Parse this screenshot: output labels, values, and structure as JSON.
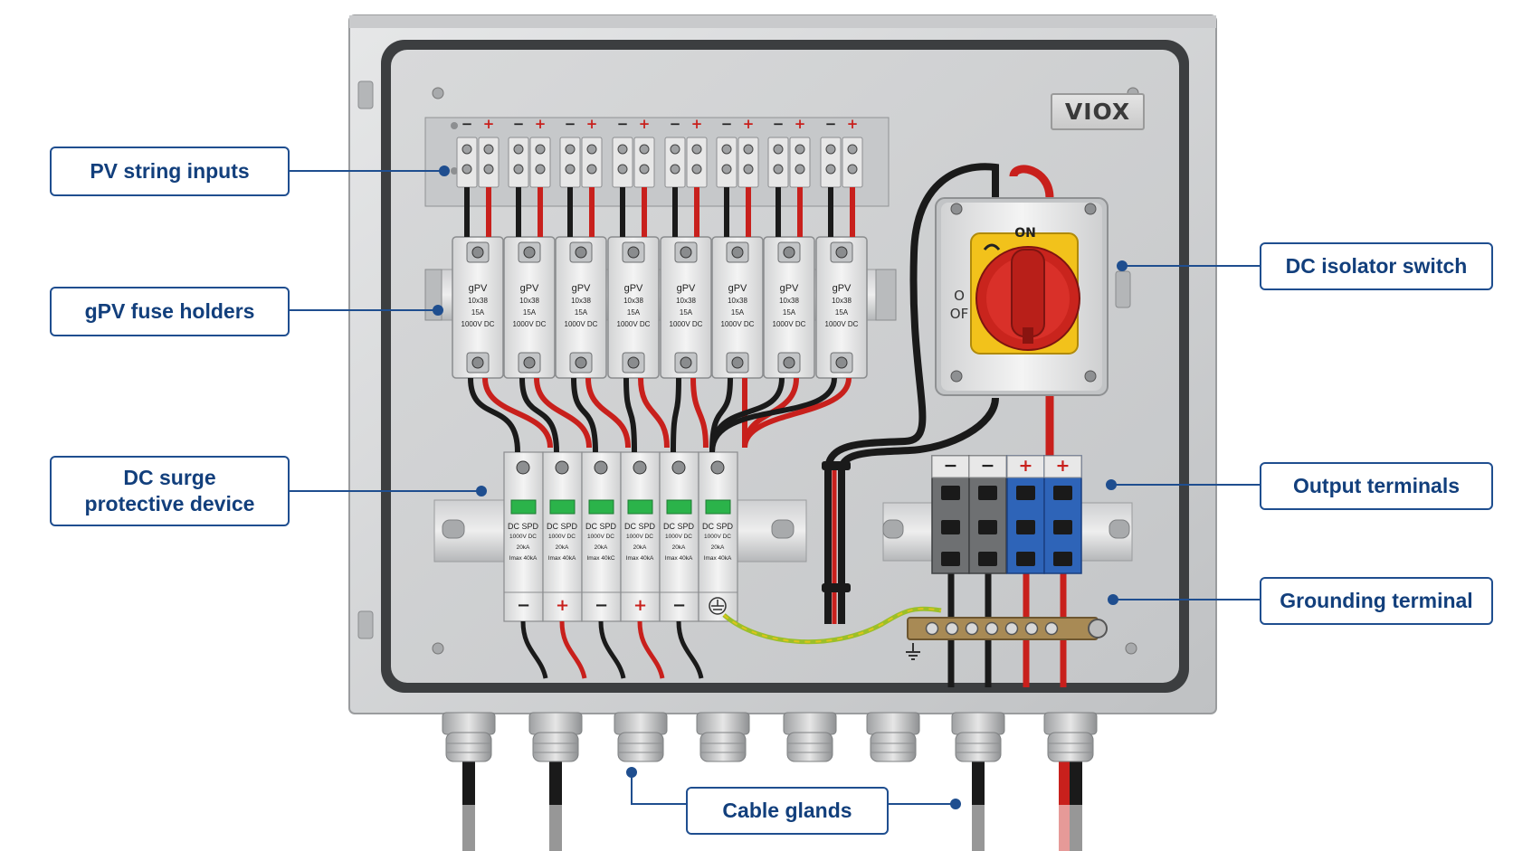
{
  "brand": "VIOX",
  "callouts": {
    "pv_inputs": "PV string inputs",
    "fuse_holders": "gPV fuse holders",
    "spd_line1": "DC surge",
    "spd_line2": "protective device",
    "isolator": "DC isolator switch",
    "output_terminals": "Output terminals",
    "grounding": "Grounding terminal",
    "glands": "Cable glands"
  },
  "fuse": {
    "line1": "gPV",
    "line2": "10x38",
    "line3": "15A",
    "line4": "1000V DC"
  },
  "spd": {
    "line1": "DC SPD",
    "line2": "1000V DC",
    "line3": "20kA",
    "line4": "Imax 40kA",
    "line4_alt": "Imax 40kC"
  },
  "spd_polarity": [
    "−",
    "+",
    "−",
    "+",
    "−"
  ],
  "input_polarity": [
    "−",
    "+"
  ],
  "switch": {
    "on_label": "ON",
    "off_label_a": "O",
    "off_label_b": "OF"
  },
  "output_polarity": [
    "−",
    "−",
    "+",
    "+"
  ],
  "colors": {
    "callout_border": "#1f4e8f",
    "callout_text": "#123f7c",
    "enclosure": "#d9dadb",
    "switch_yellow": "#f2c21b",
    "switch_red": "#d42a22",
    "terminal_blue": "#2e64b8",
    "wire_red": "#c8201c",
    "wire_black": "#1a1a1a",
    "ground_green": "#9bbf2a"
  }
}
